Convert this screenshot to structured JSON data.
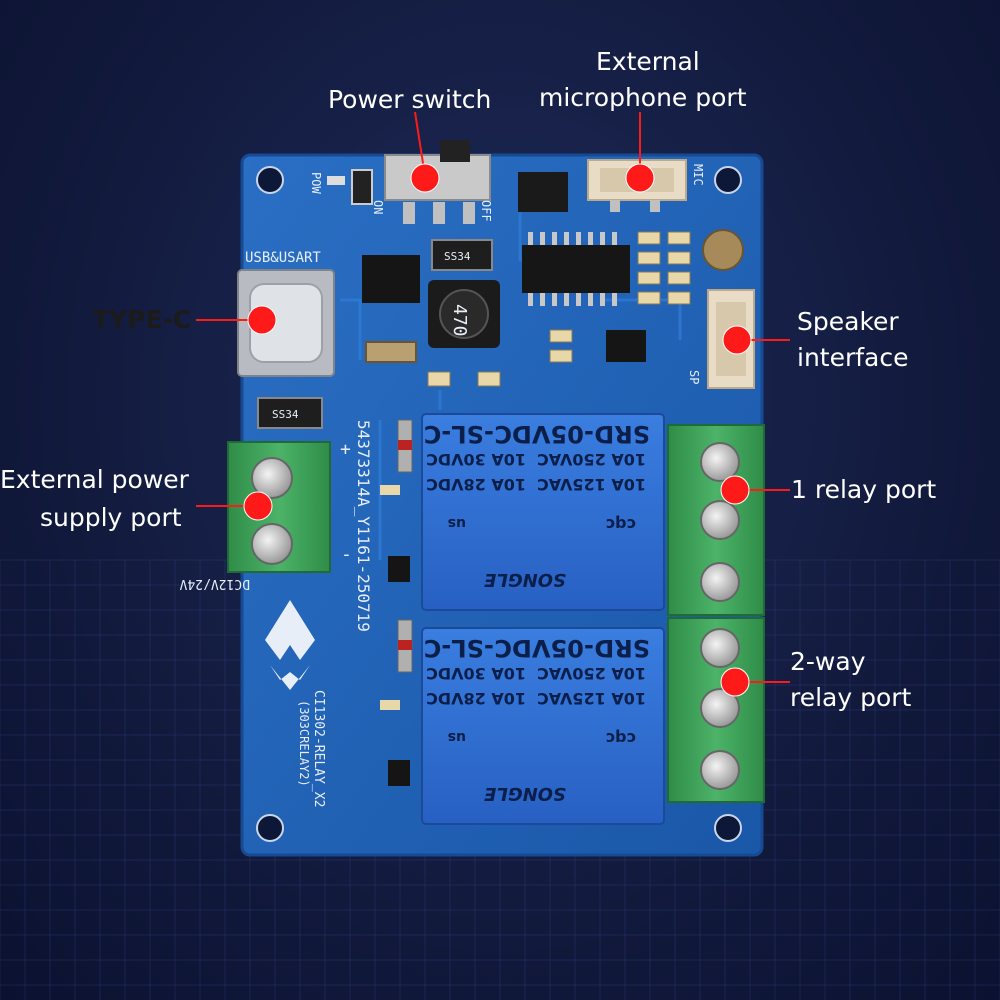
{
  "labels": {
    "power_switch": "Power switch",
    "mic_port_line1": "External",
    "mic_port_line2": "microphone port",
    "type_c": "TYPE-C",
    "speaker_line1": "Speaker",
    "speaker_line2": "interface",
    "ext_power_line1": "External power",
    "ext_power_line2": "supply port",
    "relay1": "1 relay port",
    "relay2_line1": "2-way",
    "relay2_line2": "relay port"
  },
  "silkscreen": {
    "pow": "POW",
    "on": "ON",
    "off": "OFF",
    "mic": "MIC",
    "sp": "SP",
    "usb": "USB&USART",
    "inductor": "470",
    "serial": "54373314A_Y1161-250719",
    "dc": "DC12V/24V",
    "model": "CI1302-RELAY_X2",
    "model_sub": "(303CRELAY2)",
    "ss34_a": "SS34",
    "ss34_b": "SS34",
    "plus": "+",
    "minus": "-"
  },
  "relays": [
    {
      "model": "SRD-05VDC-SL-C",
      "rating_a1": "10A 250VAC",
      "rating_a2": "10A 30VDC",
      "rating_b1": "10A 125VAC",
      "rating_b2": "10A 28VDC",
      "brand": "SONGLE",
      "cert": "cqc",
      "ul": "us"
    },
    {
      "model": "SRD-05VDC-SL-C",
      "rating_a1": "10A 250VAC",
      "rating_a2": "10A 30VDC",
      "rating_b1": "10A 125VAC",
      "rating_b2": "10A 28VDC",
      "brand": "SONGLE",
      "cert": "cqc",
      "ul": "us"
    }
  ],
  "colors": {
    "pcb": "#1f63b8",
    "relay": "#2f6fd0",
    "terminal": "#3fa35a",
    "marker": "#ff1a1a"
  }
}
